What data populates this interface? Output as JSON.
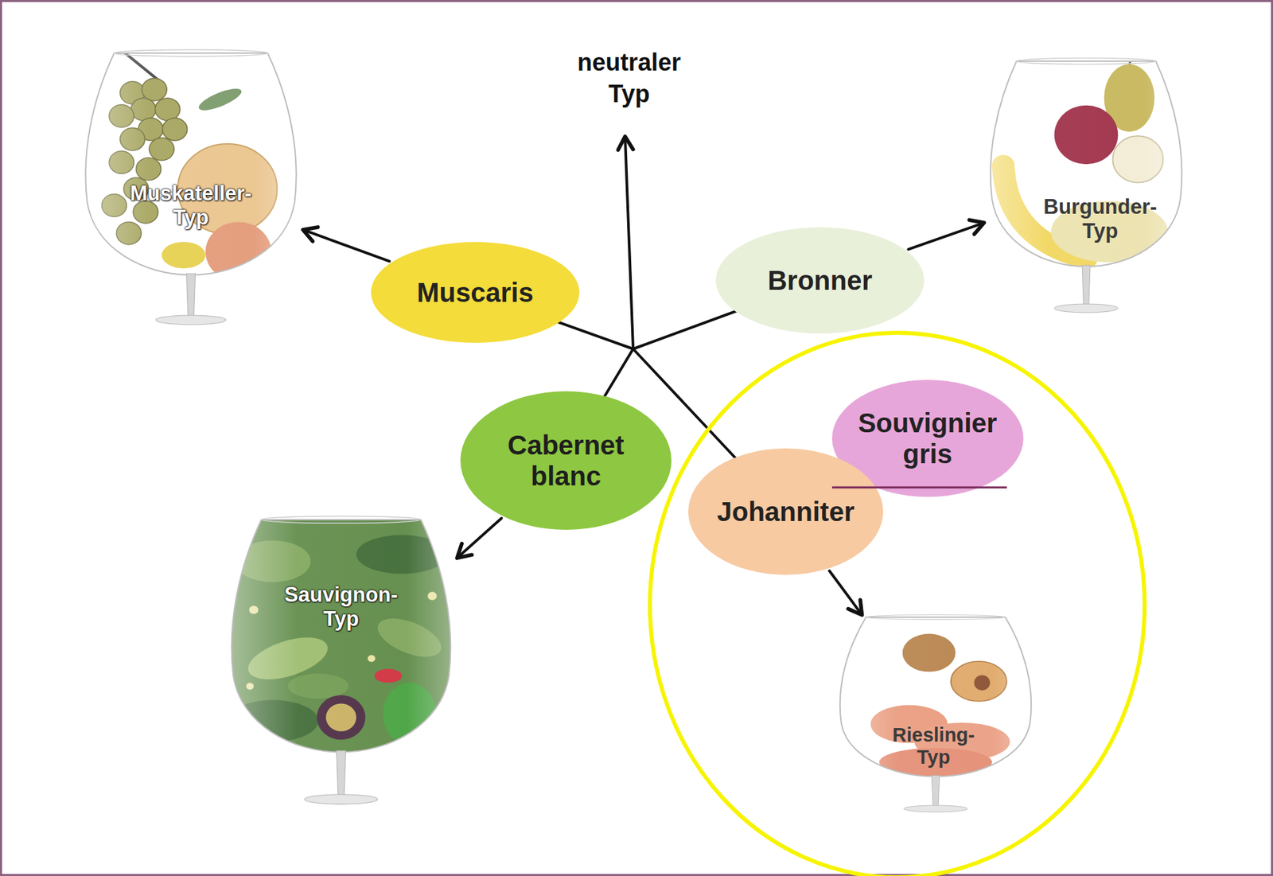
{
  "diagram": {
    "nodes": [
      {
        "text": [
          "Muskateller- Typ"
        ]
      },
      {
        "text": [
          "Burgunder- Typ"
        ]
      },
      {
        "text": [
          "Muscaris"
        ]
      },
      {
        "text": [
          "Bronner"
        ]
      },
      {
        "text": [
          "Cabernet blanc"
        ]
      },
      {
        "text": [
          "Souvignier gris"
        ]
      },
      {
        "text": [
          "Johanniter"
        ]
      },
      {
        "text": [
          "Sauvignon- Typ"
        ]
      },
      {
        "text": [
          "Riesling- Typ"
        ]
      }
    ],
    "edges": [
      {
        "from": 2,
        "to": 0,
        "arrow": "to"
      },
      {
        "from": 3,
        "to": 1,
        "arrow": "to"
      },
      {
        "from": 4,
        "to": 7,
        "arrow": "to"
      },
      {
        "from": 6,
        "to": 8,
        "arrow": "to"
      }
    ],
    "labels": [
      "neutraler Typ"
    ]
  }
}
